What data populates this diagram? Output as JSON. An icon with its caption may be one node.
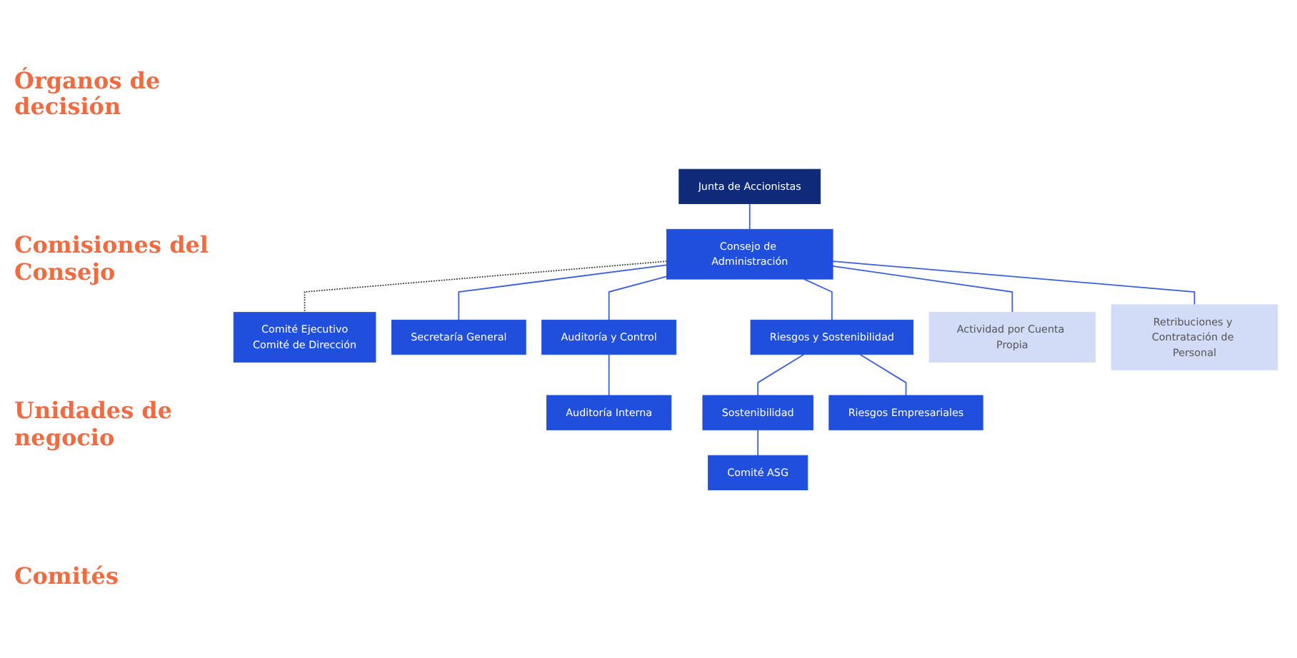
{
  "diagram": {
    "nodes": [
      {
        "text": [
          "Junta de Accionistas"
        ]
      },
      {
        "text": [
          "Comité Ejecutivo",
          "Comité de Dirección"
        ]
      },
      {
        "text": [
          "Consejo de Administración"
        ]
      },
      {
        "text": [
          "Secretaría General"
        ]
      },
      {
        "text": [
          "Auditoría y Control"
        ]
      },
      {
        "text": [
          "Riesgos y Sostenibilidad"
        ]
      },
      {
        "text": [
          "Actividad por Cuenta Propia"
        ]
      },
      {
        "text": [
          "Retribuciones y Contratación de Personal"
        ]
      },
      {
        "text": [
          "Auditoría Interna"
        ]
      },
      {
        "text": [
          "Sostenibilidad"
        ]
      },
      {
        "text": [
          "Riesgos Empresariales"
        ]
      },
      {
        "text": [
          "Comité ASG"
        ]
      }
    ],
    "edges": [
      {
        "from": 0,
        "to": 2,
        "arrow": "none"
      },
      {
        "from": 2,
        "to": 1,
        "arrow": "none",
        "style": "dashed",
        "color": "#333333"
      },
      {
        "from": 2,
        "to": 3,
        "arrow": "none"
      },
      {
        "from": 2,
        "to": 4,
        "arrow": "none"
      },
      {
        "from": 2,
        "to": 5,
        "arrow": "none"
      },
      {
        "from": 2,
        "to": 6,
        "arrow": "none"
      },
      {
        "from": 2,
        "to": 7,
        "arrow": "none"
      },
      {
        "from": 4,
        "to": 8,
        "arrow": "none"
      },
      {
        "from": 5,
        "to": 9,
        "arrow": "none"
      },
      {
        "from": 5,
        "to": 10,
        "arrow": "none"
      },
      {
        "from": 9,
        "to": 11,
        "arrow": "none"
      }
    ],
    "labels": [
      "Órganos de decisión",
      "Comisiones del Consejo",
      "Unidades de negocio",
      "Comités"
    ]
  }
}
